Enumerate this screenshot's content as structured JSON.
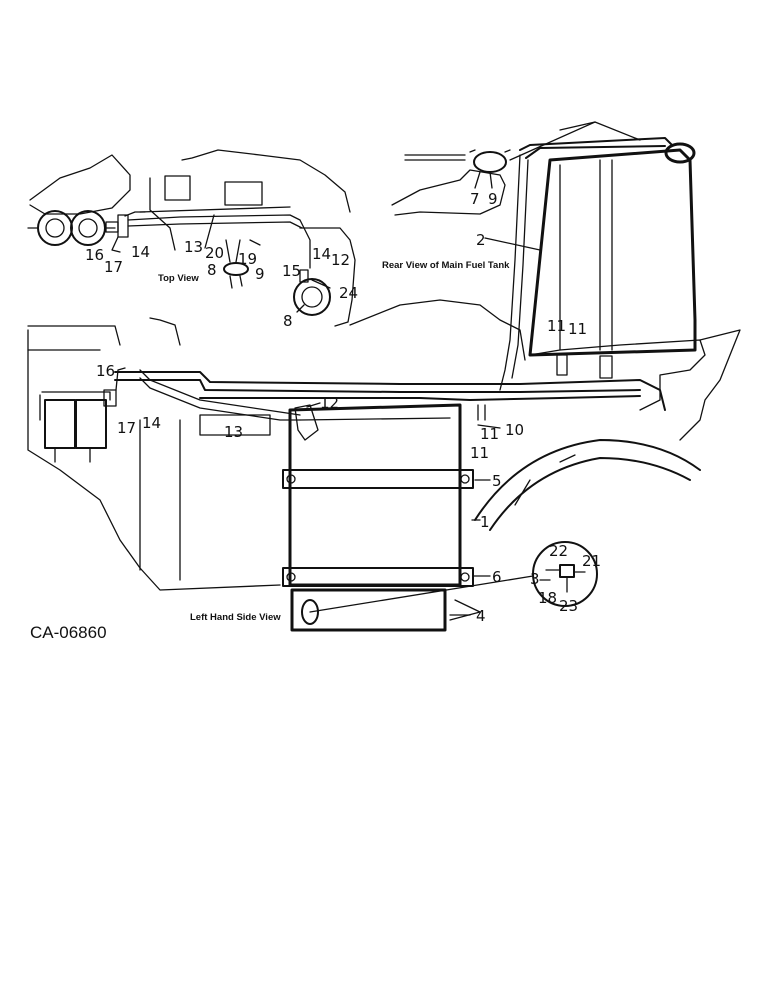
{
  "drawing_code": "CA-06860",
  "captions": {
    "top_view": "Top View",
    "rear_view": "Rear View of Main Fuel Tank",
    "left_side_view": "Left Hand Side View"
  },
  "callouts": {
    "c1": "1",
    "c2": "2",
    "c3": "3",
    "c4": "4",
    "c5": "5",
    "c6": "6",
    "c7": "7",
    "c8a": "8",
    "c8b": "8",
    "c9a": "9",
    "c9b": "9",
    "c10": "10",
    "c11a": "11",
    "c11b": "11",
    "c11c": "11",
    "c11d": "11",
    "c12a": "12",
    "c12b": "12",
    "c13a": "13",
    "c13b": "13",
    "c14a": "14",
    "c14b": "14",
    "c14c": "14",
    "c15": "15",
    "c16a": "16",
    "c16b": "16",
    "c17a": "17",
    "c17b": "17",
    "c18": "18",
    "c19": "19",
    "c20": "20",
    "c21": "21",
    "c22": "22",
    "c23": "23",
    "c24": "24"
  }
}
